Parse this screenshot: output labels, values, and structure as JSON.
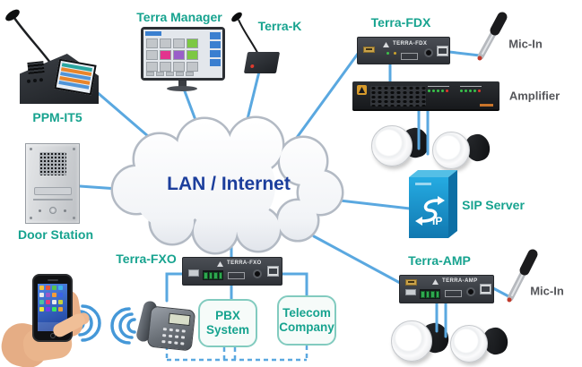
{
  "cloud": {
    "label": "LAN / Internet"
  },
  "nodes": {
    "ppm_it5": {
      "label": "PPM-IT5"
    },
    "terra_manager": {
      "label": "Terra Manager"
    },
    "terra_k": {
      "label": "Terra-K"
    },
    "terra_fdx": {
      "label": "Terra-FDX",
      "panel_text": "TERRA-FDX"
    },
    "mic_in_top": {
      "label": "Mic-In"
    },
    "amplifier": {
      "label": "Amplifier"
    },
    "door_station": {
      "label": "Door Station"
    },
    "sip_server": {
      "label": "SIP Server",
      "logo_text": "IP"
    },
    "terra_fxo": {
      "label": "Terra-FXO",
      "panel_text": "TERRA-FXO"
    },
    "terra_amp": {
      "label": "Terra-AMP",
      "panel_text": "TERRA-AMP"
    },
    "mic_in_bottom": {
      "label": "Mic-In"
    },
    "pbx_system": {
      "label_line1": "PBX",
      "label_line2": "System"
    },
    "telecom_company": {
      "label_line1": "Telecom",
      "label_line2": "Company"
    }
  },
  "colors": {
    "connection_line": "#5AA8E0",
    "label_teal": "#17A38F",
    "cloud_text": "#1C3E9C",
    "neutral_label": "#55565A",
    "sip_blue": "#1798D3",
    "box_border_teal": "#82CBBF"
  }
}
